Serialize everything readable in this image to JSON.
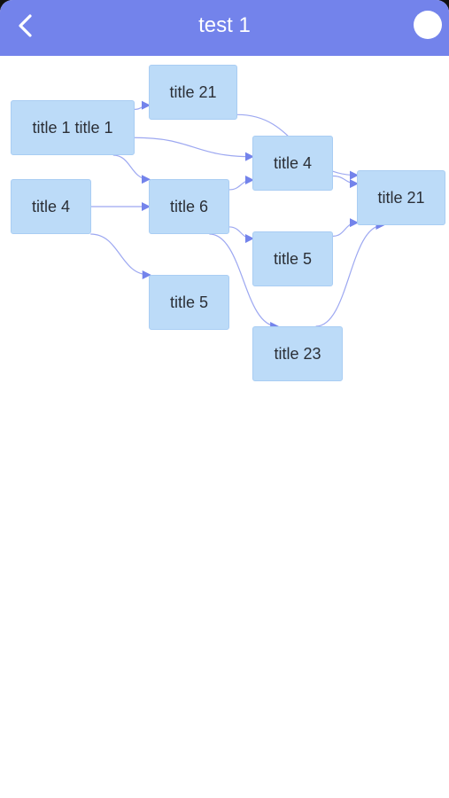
{
  "appbar": {
    "title": "test 1",
    "background": "#7383eb"
  },
  "graph": {
    "node_color": "#bcdbf8",
    "edge_color": "#7383eb",
    "nodes": [
      {
        "id": "n1",
        "label": "title 1 title 1"
      },
      {
        "id": "n2",
        "label": "title 4"
      },
      {
        "id": "n3",
        "label": "title 21"
      },
      {
        "id": "n4",
        "label": "title 6"
      },
      {
        "id": "n5",
        "label": "title 5"
      },
      {
        "id": "n6",
        "label": "title 4"
      },
      {
        "id": "n7",
        "label": "title 5"
      },
      {
        "id": "n8",
        "label": "title 23"
      },
      {
        "id": "n9",
        "label": "title 21"
      }
    ],
    "edges": [
      {
        "from": "n1",
        "to": "n3"
      },
      {
        "from": "n1",
        "to": "n4"
      },
      {
        "from": "n1",
        "to": "n6"
      },
      {
        "from": "n2",
        "to": "n4"
      },
      {
        "from": "n2",
        "to": "n5"
      },
      {
        "from": "n3",
        "to": "n9"
      },
      {
        "from": "n4",
        "to": "n6"
      },
      {
        "from": "n4",
        "to": "n7"
      },
      {
        "from": "n4",
        "to": "n8"
      },
      {
        "from": "n6",
        "to": "n9"
      },
      {
        "from": "n7",
        "to": "n9"
      },
      {
        "from": "n8",
        "to": "n9"
      }
    ]
  }
}
